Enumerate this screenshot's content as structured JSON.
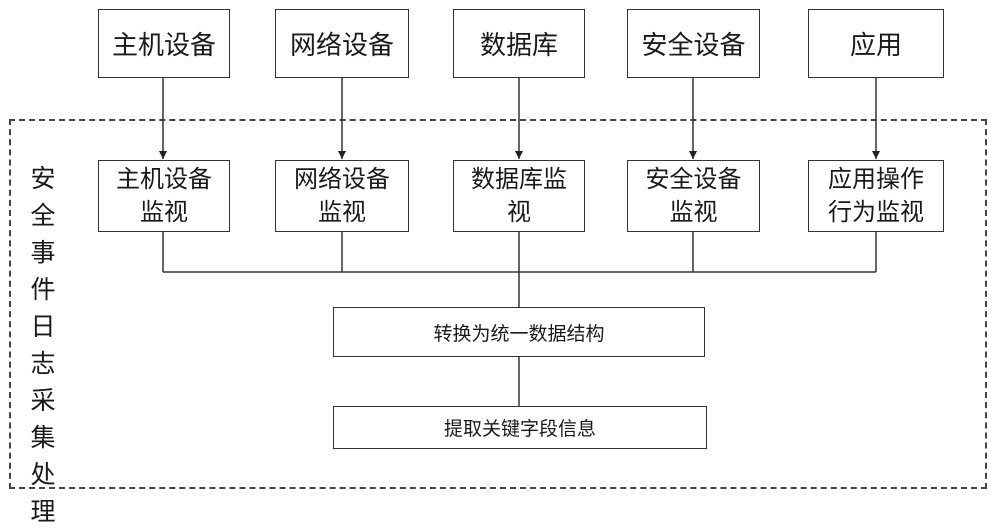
{
  "sources": [
    "主机设备",
    "网络设备",
    "数据库",
    "安全设备",
    "应用"
  ],
  "monitors": [
    [
      "主机设备",
      "监视"
    ],
    [
      "网络设备",
      "监视"
    ],
    [
      "数据库监",
      "视"
    ],
    [
      "安全设备",
      "监视"
    ],
    [
      "应用操作",
      "行为监视"
    ]
  ],
  "group_label": [
    "安全",
    "事件",
    "日志",
    "采集",
    "处理"
  ],
  "convert_step": "转换为统一数据结构",
  "extract_step": "提取关键字段信息"
}
